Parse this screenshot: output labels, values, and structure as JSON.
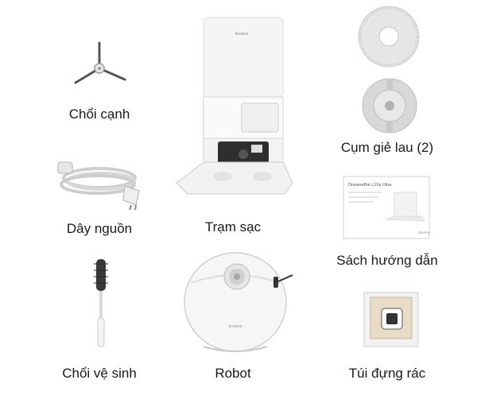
{
  "items": {
    "side_brush": "Chổi cạnh",
    "power_cord": "Dây nguồn",
    "cleaning_brush": "Chổi vệ sinh",
    "station": "Trạm sạc",
    "robot": "Robot",
    "mop_pads": "Cụm giẻ lau (2)",
    "manual": "Sách hướng dẫn",
    "dust_bag": "Túi đựng rác"
  },
  "manual_text": {
    "title": "DreameBot L10s Ultra",
    "brand": "dreame"
  },
  "station_brand": "dreame",
  "robot_brand": "dreame"
}
